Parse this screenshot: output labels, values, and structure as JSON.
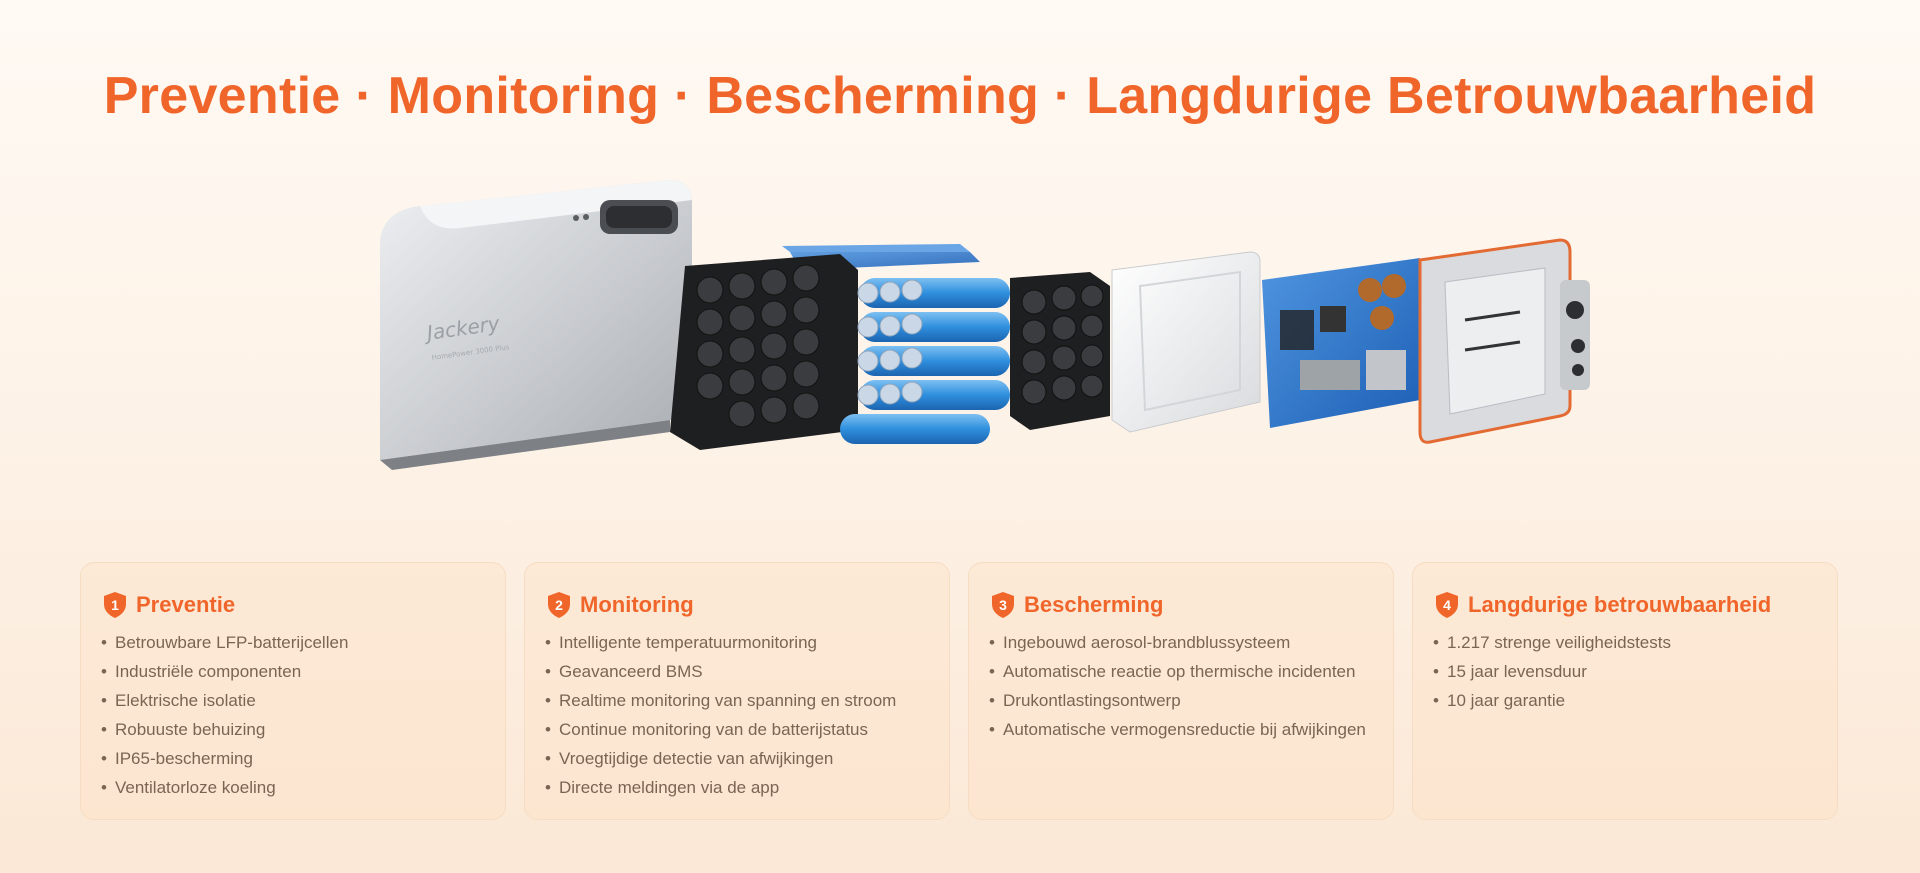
{
  "headline": "Preventie · Monitoring · Bescherming · Langdurige Betrouwbaarheid",
  "product": {
    "brand_label": "Jackery",
    "model_label": "HomePower 3000 Plus"
  },
  "colors": {
    "accent": "#f0652a",
    "body_text": "#7a6553",
    "card_border": "#f6dcc2",
    "cell_blue": "#2f8fde"
  },
  "cards": [
    {
      "number": "1",
      "title": "Preventie",
      "icon": "shield-1-icon",
      "items": [
        "Betrouwbare LFP-batterijcellen",
        "Industriële componenten",
        "Elektrische isolatie",
        "Robuuste behuizing",
        "IP65-bescherming",
        "Ventilatorloze koeling"
      ]
    },
    {
      "number": "2",
      "title": "Monitoring",
      "icon": "shield-2-icon",
      "items": [
        "Intelligente temperatuurmonitoring",
        "Geavanceerd BMS",
        "Realtime monitoring van spanning en stroom",
        "Continue monitoring van de batterijstatus",
        "Vroegtijdige detectie van afwijkingen",
        "Directe meldingen via de app"
      ]
    },
    {
      "number": "3",
      "title": "Bescherming",
      "icon": "shield-3-icon",
      "items": [
        "Ingebouwd aerosol-brandblussysteem",
        "Automatische reactie op thermische incidenten",
        "Drukontlastingsontwerp",
        "Automatische vermogensreductie bij afwijkingen"
      ]
    },
    {
      "number": "4",
      "title": "Langdurige betrouwbaarheid",
      "icon": "shield-4-icon",
      "items": [
        "1.217 strenge veiligheidstests",
        "15 jaar levensduur",
        "10 jaar garantie"
      ]
    }
  ]
}
